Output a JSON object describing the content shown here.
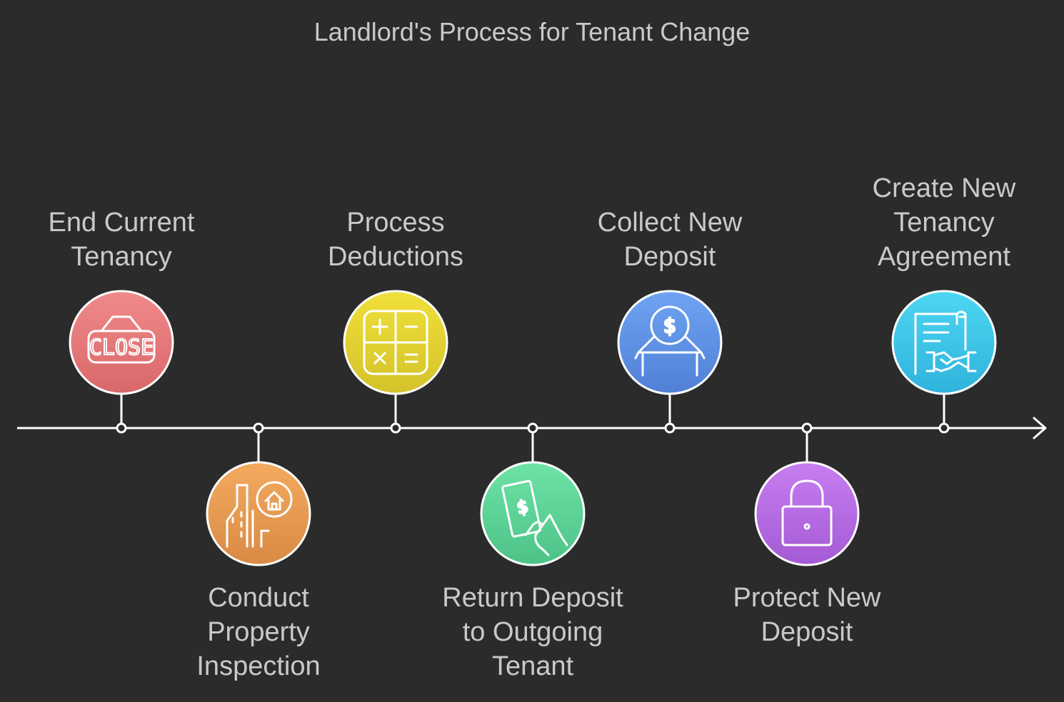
{
  "title": "Landlord's Process for Tenant Change",
  "steps": [
    {
      "label_lines": [
        "End Current",
        "Tenancy"
      ],
      "icon": "close-sign-icon",
      "color_top": "#f08a8a",
      "color_bottom": "#d9676a",
      "position": "above"
    },
    {
      "label_lines": [
        "Conduct",
        "Property",
        "Inspection"
      ],
      "icon": "building-inspection-icon",
      "color_top": "#f3aa5e",
      "color_bottom": "#d98a45",
      "position": "below"
    },
    {
      "label_lines": [
        "Process",
        "Deductions"
      ],
      "icon": "calculator-icon",
      "color_top": "#f0e03a",
      "color_bottom": "#d4c22a",
      "position": "above"
    },
    {
      "label_lines": [
        "Return Deposit",
        "to Outgoing",
        "Tenant"
      ],
      "icon": "hand-cash-icon",
      "color_top": "#6fe3a6",
      "color_bottom": "#4cc287",
      "position": "below"
    },
    {
      "label_lines": [
        "Collect New",
        "Deposit"
      ],
      "icon": "deposit-box-icon",
      "color_top": "#6fa3f2",
      "color_bottom": "#5080d6",
      "position": "above"
    },
    {
      "label_lines": [
        "Protect New",
        "Deposit"
      ],
      "icon": "lock-icon",
      "color_top": "#c77ef0",
      "color_bottom": "#a45ad4",
      "position": "below"
    },
    {
      "label_lines": [
        "Create New",
        "Tenancy",
        "Agreement"
      ],
      "icon": "agreement-handshake-icon",
      "color_top": "#4dd6f2",
      "color_bottom": "#2fb3dc",
      "position": "above"
    }
  ]
}
